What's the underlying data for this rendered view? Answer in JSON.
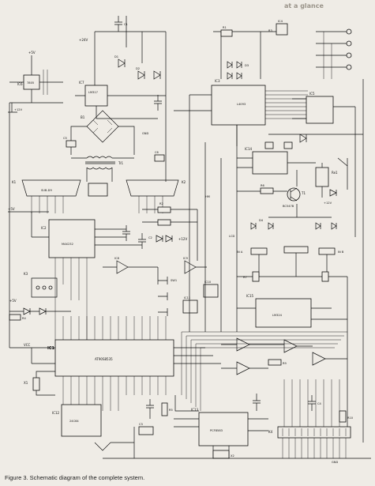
{
  "caption": "Figure 3. Schematic diagram of the complete system.",
  "header_fragment": "at a glance",
  "components": {
    "ic6": "IC6",
    "ic1": "IC1",
    "ic2": "IC2",
    "ic3": "IC3",
    "ic4": "IC4",
    "ic5": "IC5",
    "ic7": "IC7",
    "ic8": "IC8",
    "ic9": "IC9",
    "ic10": "IC10",
    "ic11": "IC11",
    "ic12": "IC12",
    "ic13": "IC13",
    "ic14": "IC14",
    "ic15": "IC15",
    "k1": "K1",
    "k2": "K2",
    "k3": "K3",
    "k4": "K4",
    "t1": "T1",
    "tr1": "Tr1",
    "re1": "Re1",
    "x1": "X1",
    "x2": "X2",
    "lcd": "LCD",
    "r1": "R1",
    "r2": "R2",
    "r3": "R3",
    "r4": "R4",
    "r5": "R5",
    "r6": "R6",
    "r7": "R7",
    "r8": "R8",
    "r9": "R9",
    "r10": "R10",
    "c1": "C1",
    "c2": "C2",
    "c3": "C3",
    "c4": "C4",
    "c5": "C5",
    "c6": "C6",
    "d1": "D1",
    "d2": "D2",
    "d3": "D3",
    "d4": "D4",
    "b1": "B1"
  },
  "part_numbers": {
    "at90s8535": "AT90S8535",
    "max232": "MAX232",
    "l4093": "L4093",
    "lm317": "LM317",
    "pcf8583": "PCF8583",
    "lm324": "LM324",
    "x7805": "7805",
    "bc547b": "BC547B",
    "x24c64": "24C64",
    "sw1": "SW1",
    "hm": "HM"
  },
  "rails": {
    "plus5v": "+5V",
    "plus12v": "+12V",
    "plus24v": "+24V",
    "gnd": "GND",
    "vcc": "VCC"
  },
  "connectors": {
    "sub_d": "SUB-D9",
    "ina": "IN A",
    "inb": "IN B"
  }
}
